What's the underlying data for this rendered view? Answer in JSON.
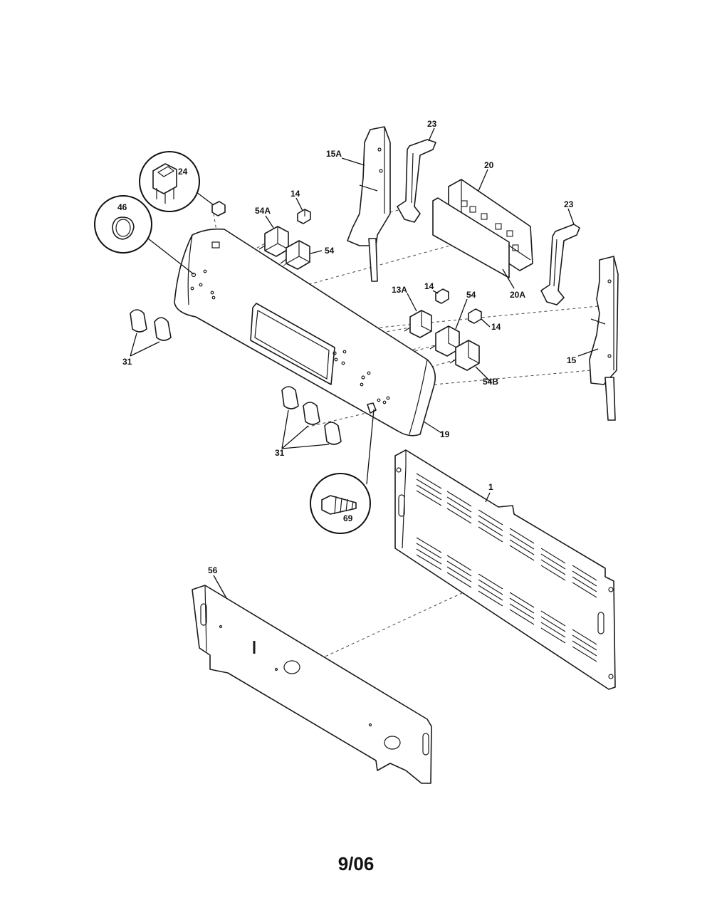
{
  "callouts": {
    "c1": "1",
    "c13a": "13A",
    "c14a": "14",
    "c14b": "14",
    "c14c": "14",
    "c15": "15",
    "c15a": "15A",
    "c19": "19",
    "c20": "20",
    "c20a": "20A",
    "c23a": "23",
    "c23b": "23",
    "c24": "24",
    "c31a": "31",
    "c31b": "31",
    "c46": "46",
    "c54a": "54A",
    "c54": "54",
    "c54_2": "54",
    "c54b": "54B",
    "c56": "56",
    "c69": "69"
  },
  "footer": {
    "date_code": "9/06"
  }
}
